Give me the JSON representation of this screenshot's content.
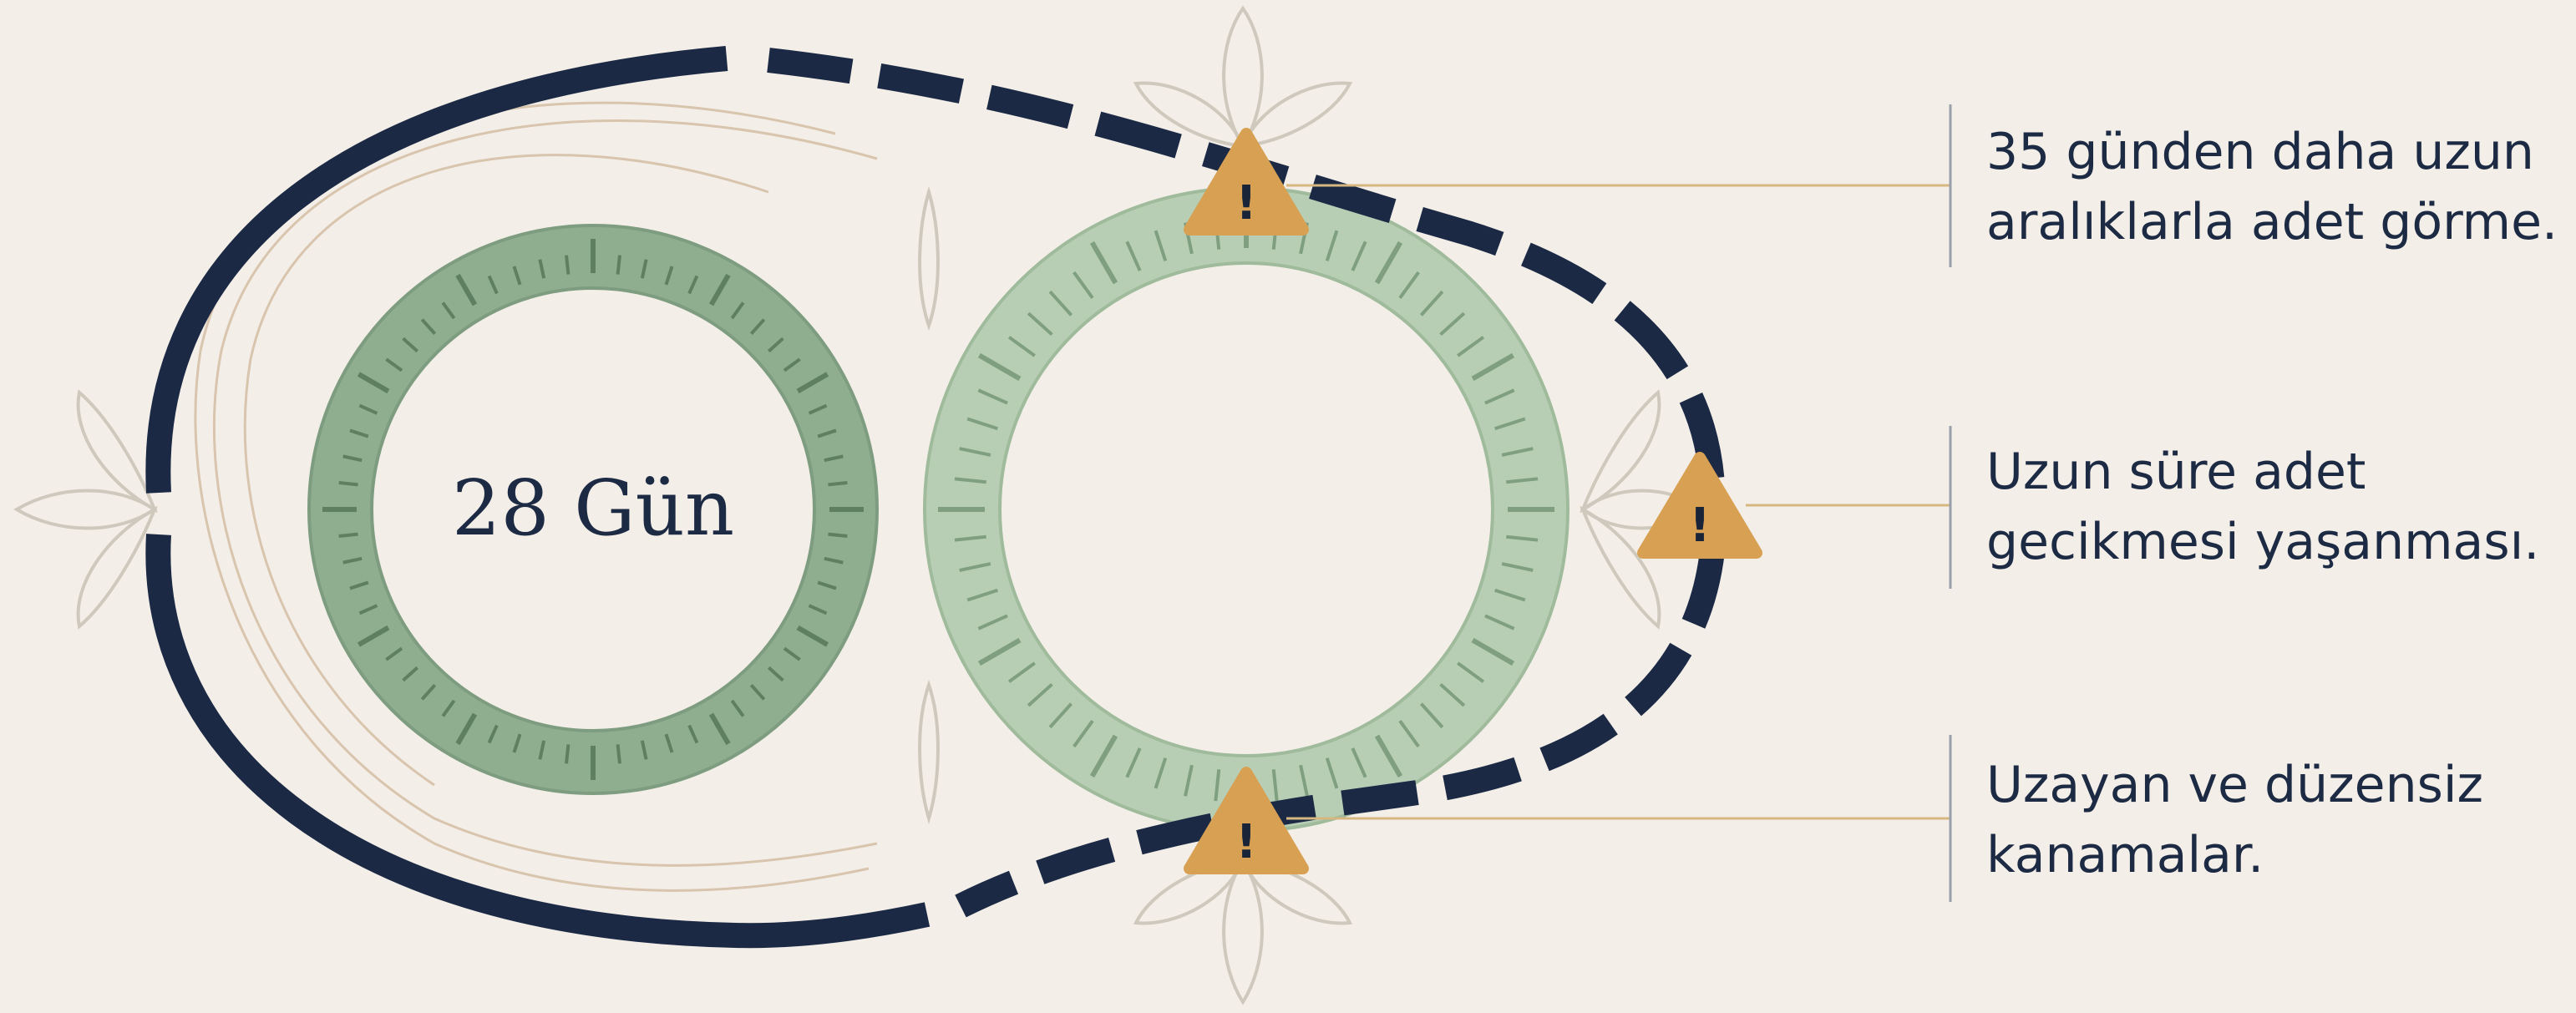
{
  "diagram": {
    "cycle_label": "28 Gün",
    "callouts": [
      {
        "text": "35 günden daha uzun aralıklarla adet görme."
      },
      {
        "text": "Uzun süre adet gecikmesi yaşanması."
      },
      {
        "text": "Uzayan ve düzensiz kanamalar."
      }
    ]
  },
  "colors": {
    "background": "#f3efe8",
    "ring_green": "#8fae90",
    "ring_green_light": "#b7ceb4",
    "dashed_path": "#1b2945",
    "warning": "#d8a052",
    "leader_line": "#d6b77f",
    "text": "#1c2a44"
  },
  "icons": [
    "warning-icon",
    "leaf-ornament-icon"
  ]
}
